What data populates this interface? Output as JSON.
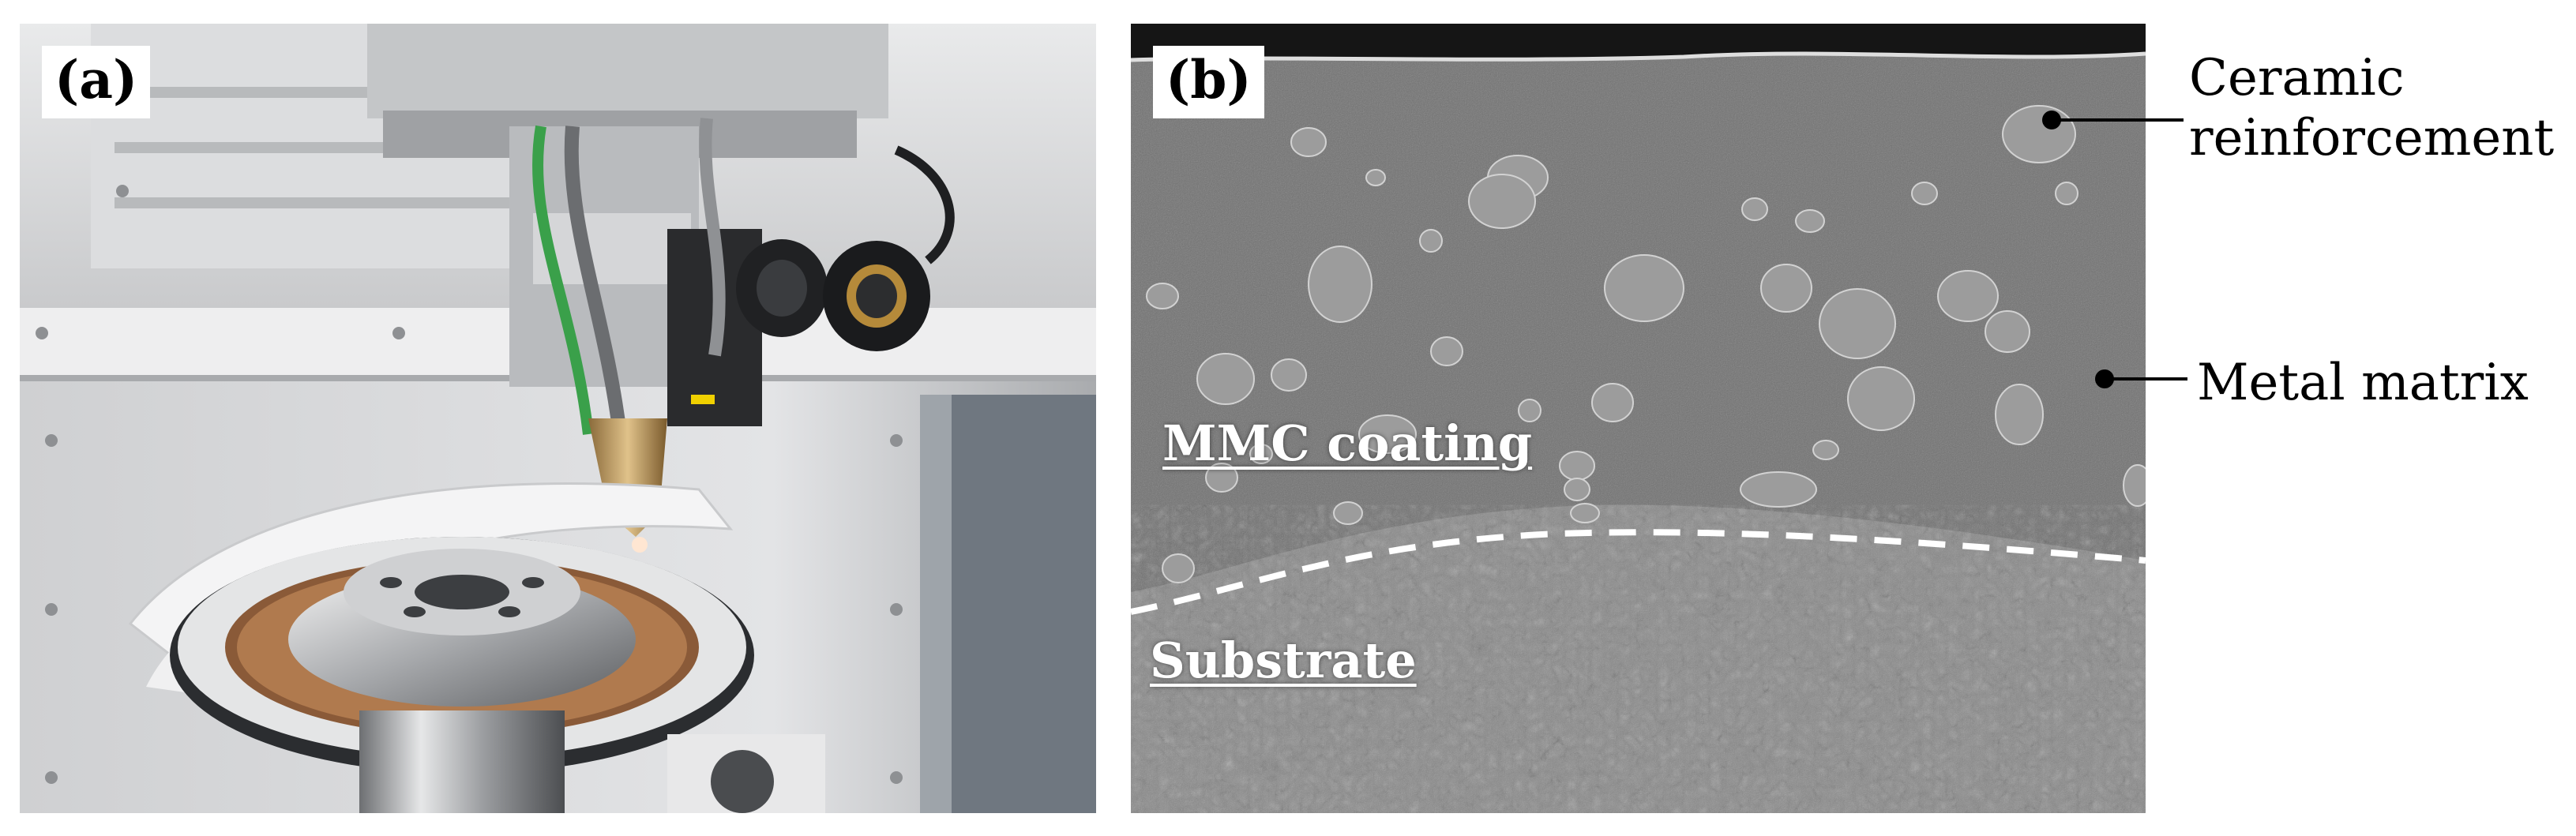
{
  "panel_a": {
    "label": "(a)"
  },
  "panel_b": {
    "label": "(b)",
    "region_labels": {
      "coating": "MMC coating",
      "substrate": "Substrate"
    },
    "callouts": {
      "ceramic_line1": "Ceramic",
      "ceramic_line2": "reinforcement",
      "matrix": "Metal matrix"
    }
  },
  "colors": {
    "panel_border": "#ffffff",
    "dashed_interface": "#ffffff",
    "callout_line": "#000000"
  }
}
